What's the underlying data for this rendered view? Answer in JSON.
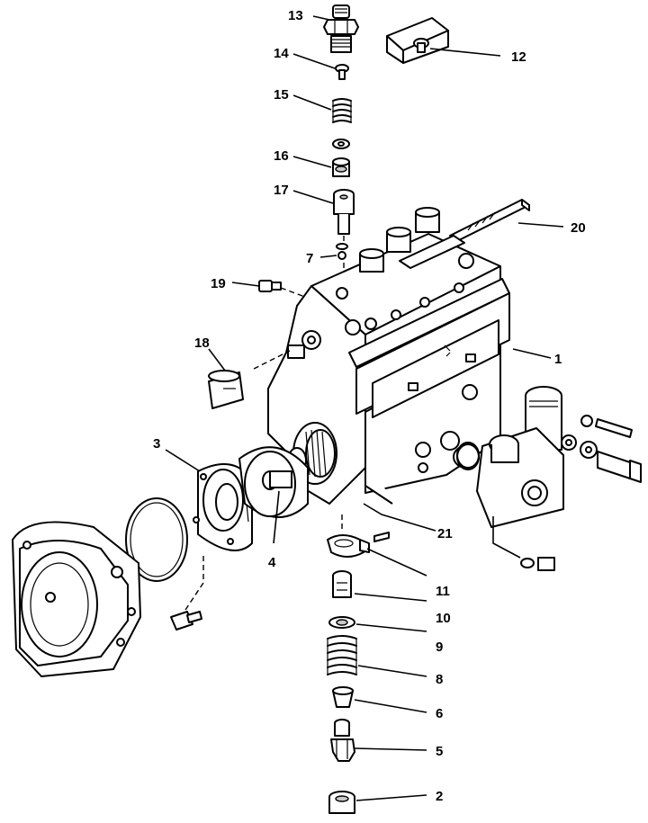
{
  "callouts": [
    {
      "id": "c13",
      "label": "13"
    },
    {
      "id": "c14",
      "label": "14"
    },
    {
      "id": "c12",
      "label": "12"
    },
    {
      "id": "c15",
      "label": "15"
    },
    {
      "id": "c16",
      "label": "16"
    },
    {
      "id": "c17",
      "label": "17"
    },
    {
      "id": "c20",
      "label": "20"
    },
    {
      "id": "c7",
      "label": "7"
    },
    {
      "id": "c19",
      "label": "19"
    },
    {
      "id": "c18",
      "label": "18"
    },
    {
      "id": "c1",
      "label": "1"
    },
    {
      "id": "c3",
      "label": "3"
    },
    {
      "id": "c21",
      "label": "21"
    },
    {
      "id": "c4",
      "label": "4"
    },
    {
      "id": "c11",
      "label": "11"
    },
    {
      "id": "c10",
      "label": "10"
    },
    {
      "id": "c9",
      "label": "9"
    },
    {
      "id": "c8",
      "label": "8"
    },
    {
      "id": "c6",
      "label": "6"
    },
    {
      "id": "c5",
      "label": "5"
    },
    {
      "id": "c2",
      "label": "2"
    }
  ]
}
